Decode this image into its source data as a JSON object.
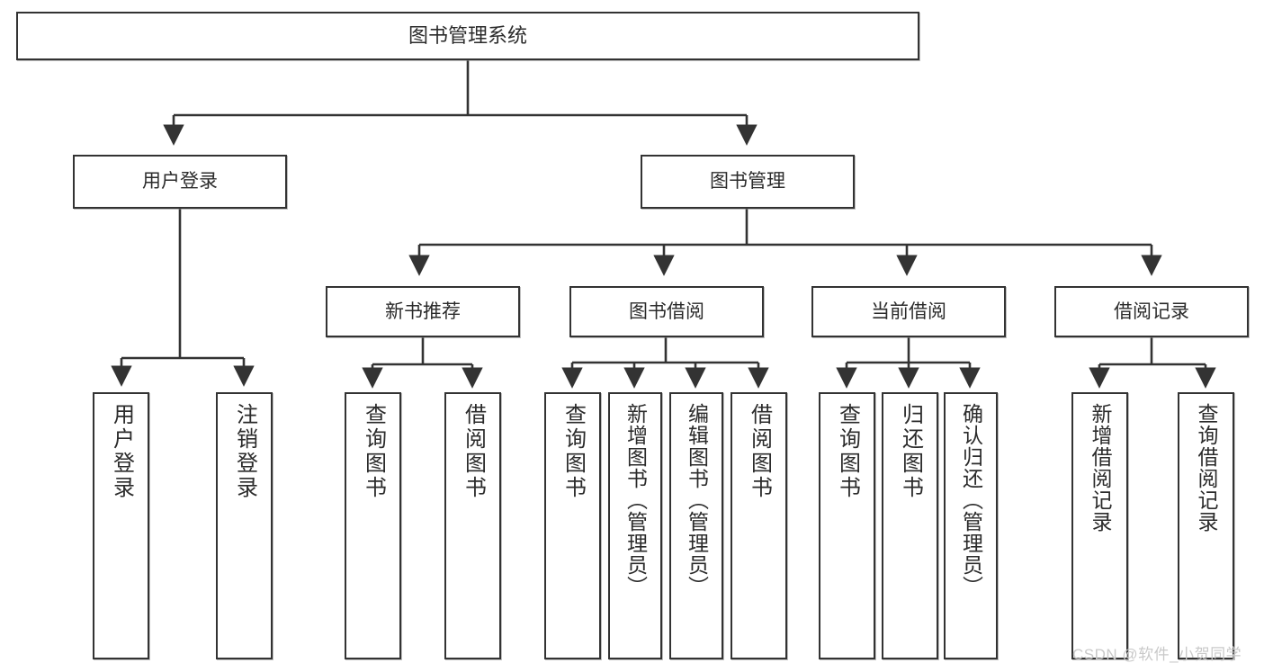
{
  "diagram": {
    "title": "图书管理系统",
    "type": "hierarchy-tree",
    "background_color": "#ffffff",
    "line_color": "#333333",
    "text_color": "#2b2b2b"
  },
  "nodes": {
    "root": {
      "label": "图书管理系统"
    },
    "level1": [
      {
        "id": "user-login",
        "label": "用户登录"
      },
      {
        "id": "book-manage",
        "label": "图书管理"
      }
    ],
    "level2": [
      {
        "id": "new-book-recommend",
        "label": "新书推荐"
      },
      {
        "id": "book-borrow",
        "label": "图书借阅"
      },
      {
        "id": "current-borrow",
        "label": "当前借阅"
      },
      {
        "id": "borrow-record",
        "label": "借阅记录"
      }
    ],
    "leaves": {
      "user_login": [
        {
          "id": "leaf-user-login",
          "label": "用户登录"
        },
        {
          "id": "leaf-logout-login",
          "label": "注销登录"
        }
      ],
      "new_book_recommend": [
        {
          "id": "leaf-query-book-1",
          "label": "查询图书"
        },
        {
          "id": "leaf-borrow-book-1",
          "label": "借阅图书"
        }
      ],
      "book_borrow": [
        {
          "id": "leaf-query-book-2",
          "label": "查询图书"
        },
        {
          "id": "leaf-add-book",
          "label": "新增图书（管理员）"
        },
        {
          "id": "leaf-edit-book",
          "label": "编辑图书（管理员）"
        },
        {
          "id": "leaf-borrow-book-2",
          "label": "借阅图书"
        }
      ],
      "current_borrow": [
        {
          "id": "leaf-query-book-3",
          "label": "查询图书"
        },
        {
          "id": "leaf-return-book",
          "label": "归还图书"
        },
        {
          "id": "leaf-confirm-return",
          "label": "确认归还（管理员）"
        }
      ],
      "borrow_record": [
        {
          "id": "leaf-add-record",
          "label": "新增借阅记录"
        },
        {
          "id": "leaf-query-record",
          "label": "查询借阅记录"
        }
      ]
    }
  },
  "watermark": {
    "text": "CSDN @软件_小贺同学"
  }
}
